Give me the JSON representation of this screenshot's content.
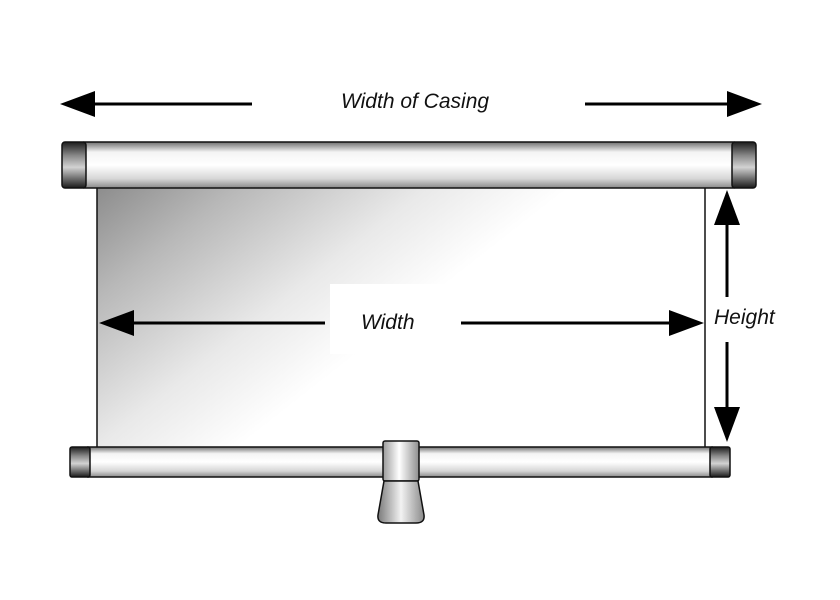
{
  "labels": {
    "width_of_casing": "Width of Casing",
    "width": "Width",
    "height": "Height"
  },
  "colors": {
    "outline": "#111111",
    "arrow": "#000000",
    "background": "#ffffff"
  }
}
